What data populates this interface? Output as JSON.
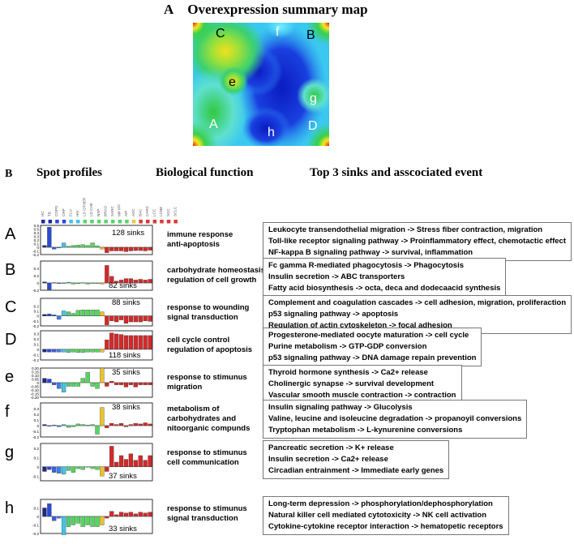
{
  "panel_a": {
    "letter": "A",
    "title": "Overexpression summary map",
    "spot_labels": [
      "C",
      "f",
      "B",
      "e",
      "g",
      "A",
      "h",
      "D"
    ]
  },
  "panel_b": {
    "letter": "B",
    "col_spot": "Spot profiles",
    "col_bio": "Biological function",
    "col_sinks": "Top 3 sinks and asscociated  event",
    "sample_labels": [
      "HC",
      "TB",
      "COPD",
      "CRP",
      "FLU",
      "HIV",
      "LD OTHER",
      "LD CHK",
      "NSP",
      "BRAD",
      "SARC",
      "MP IPF",
      "AIP",
      "ADC",
      "BAC",
      "CARC",
      "LCC",
      "LCNE",
      "SCC",
      "SCLC"
    ],
    "legend_colors": [
      "#1c2a9c",
      "#1c2a9c",
      "#2e48d8",
      "#2e48d8",
      "#46c1e8",
      "#46c1e8",
      "#5ad36e",
      "#5ad36e",
      "#5ad36e",
      "#5ad36e",
      "#5ad36e",
      "#5ad36e",
      "#5ad36e",
      "#e8c840",
      "#d93a36",
      "#d93a36",
      "#d93a36",
      "#d93a36",
      "#d93a36",
      "#d93a36"
    ]
  },
  "rows": [
    {
      "letter": "A",
      "sinks": "128 sinks",
      "bio": [
        "immune response",
        "anti-apoptosis"
      ],
      "events": [
        "Leukocyte transendothelial migration -> Stress fiber contraction, migration",
        "Toll-like receptor signaling pathway -> Proinflammatory effect, chemotactic effect",
        "NF-kappa B signaling pathway  -> survival, inflammation"
      ]
    },
    {
      "letter": "B",
      "sinks": "82 sinks",
      "bio": [
        "carbohydrate homeostasis",
        "regulation of cell growth"
      ],
      "events": [
        "Fc gamma R-mediated phagocytosis  -> Phagocytosis",
        "Insulin secretion ->  ABC transporters",
        "Fatty acid biosynthesis -> octa, deca and dodecaacid synthesis"
      ]
    },
    {
      "letter": "C",
      "sinks": "88 sinks",
      "bio": [
        "response to wounding",
        "signal transduction"
      ],
      "events": [
        "Complement and coagulation cascades -> cell adhesion, migration, proliferaction",
        "p53 signaling pathway ->  apoptosis",
        "Regulation of actin cytoskeleton ->  focal adhesion"
      ]
    },
    {
      "letter": "D",
      "sinks": "118 sinks",
      "bio": [
        "cell cycle control",
        "regulation of apoptosis"
      ],
      "events": [
        "Progesterone-mediated oocyte maturation -> cell cycle",
        "Purine metabolism -> GTP-GDP conversion",
        "p53 signaling pathway ->  DNA damage repain prevention"
      ]
    },
    {
      "letter": "e",
      "sinks": "35 sinks",
      "bio": [
        "response to stimunus",
        "migration"
      ],
      "events": [
        "Thyroid hormone synthesis -> Ca2+ release",
        "Cholinergic synapse -> survival development",
        "Vascular smooth muscle contraction ->  contraction"
      ]
    },
    {
      "letter": "f",
      "sinks": "38 sinks",
      "bio": [
        "metabolism of",
        "carbohydrates and",
        "nitoorganic compunds"
      ],
      "events": [
        "Insulin signaling pathway -> Glucolysis",
        "Valine, leucine and isoleucine degradation -> propanoyil conversions",
        "Tryptophan metabolism -> L-kynurenine conversions"
      ]
    },
    {
      "letter": "g",
      "sinks": "37 sinks",
      "bio": [
        "response to stimunus",
        "cell communication"
      ],
      "events": [
        "Pancreatic secretion -> K+ release",
        "Insulin secretion ->  Ca2+ release",
        "Circadian entrainment -> Immediate early genes"
      ]
    },
    {
      "letter": "h",
      "sinks": "33 sinks",
      "bio": [
        "response to stimunus",
        "signal transduction"
      ],
      "events": [
        "Long-term depression -> phosphorylation/dephosphorylation",
        "Natural killer cell mediated cytotoxicity -> NK cell activation",
        "Cytokine-cytokine receptor interaction -> hematopetic receptors"
      ]
    }
  ],
  "chart_data": [
    {
      "type": "bar",
      "title": "",
      "ylim": [
        -0.2,
        0.6
      ],
      "yticks": [
        "0.6",
        "0.5",
        "0.4",
        "0.3",
        "0.2",
        "0.1",
        "0",
        "-0.1",
        "-0.2"
      ],
      "values": [
        0.05,
        0.55,
        -0.05,
        -0.02,
        0.12,
        0.03,
        0.05,
        0.06,
        0.07,
        0.05,
        0.12,
        0.04,
        -0.05,
        -0.15,
        -0.1,
        -0.1,
        -0.1,
        -0.12,
        -0.1,
        -0.09,
        -0.09,
        -0.1,
        -0.08
      ]
    },
    {
      "type": "bar",
      "title": "",
      "ylim": [
        -0.2,
        0.6
      ],
      "yticks": [
        "0.4",
        "0.2",
        "0",
        "-0.2"
      ],
      "values": [
        0.03,
        -0.18,
        0.01,
        -0.02,
        -0.01,
        0.02,
        -0.03,
        -0.02,
        0.01,
        -0.03,
        -0.01,
        0.0,
        -0.03,
        0.48,
        0.18,
        0.05,
        0.08,
        0.12,
        0.12,
        0.08,
        0.1,
        0.08,
        0.1
      ]
    },
    {
      "type": "bar",
      "title": "",
      "ylim": [
        -0.2,
        0.35
      ],
      "yticks": [
        "0.2",
        "0.1",
        "0",
        "-0.1",
        "-0.2"
      ],
      "values": [
        0.03,
        0.04,
        0.02,
        -0.07,
        0.1,
        0.08,
        0.05,
        0.11,
        0.12,
        0.12,
        0.12,
        0.12,
        0.08,
        -0.18,
        -0.1,
        -0.12,
        -0.08,
        -0.15,
        -0.12,
        -0.12,
        -0.12,
        -0.1,
        -0.11
      ]
    },
    {
      "type": "bar",
      "title": "",
      "ylim": [
        -0.2,
        0.35
      ],
      "yticks": [
        "0.3",
        "0.2",
        "0.1",
        "0",
        "-0.1",
        "-0.2"
      ],
      "values": [
        -0.05,
        -0.05,
        -0.05,
        -0.05,
        -0.05,
        -0.06,
        -0.05,
        -0.06,
        -0.06,
        -0.05,
        -0.05,
        -0.05,
        -0.05,
        0.18,
        0.31,
        0.29,
        0.28,
        0.26,
        0.26,
        0.26,
        0.26,
        0.26,
        0.26
      ]
    },
    {
      "type": "bar",
      "title": "",
      "ylim": [
        -0.2,
        0.2
      ],
      "yticks": [
        "0.20",
        "0.15",
        "0.10",
        "0.05",
        "0",
        "-0.05",
        "-0.10",
        "-0.15",
        "-0.20"
      ],
      "values": [
        0.06,
        0.05,
        -0.03,
        -0.08,
        -0.13,
        -0.05,
        -0.05,
        -0.05,
        0.06,
        0.14,
        -0.05,
        -0.08,
        0.2,
        -0.05,
        0.02,
        -0.03,
        -0.03,
        -0.06,
        -0.03,
        -0.06,
        -0.03,
        -0.03,
        -0.03
      ]
    },
    {
      "type": "bar",
      "title": "",
      "ylim": [
        -0.2,
        0.4
      ],
      "yticks": [
        "0.3",
        "0.2",
        "0.1",
        "0",
        "-0.1",
        "-0.2"
      ],
      "values": [
        0.02,
        -0.01,
        0.01,
        -0.02,
        0.02,
        -0.03,
        -0.02,
        0.03,
        0.02,
        0.01,
        0.02,
        -0.15,
        0.32,
        -0.04,
        0.04,
        0.02,
        0.04,
        -0.02,
        0.02,
        0.04,
        0.03,
        0.05,
        0.03
      ]
    },
    {
      "type": "bar",
      "title": "",
      "ylim": [
        -0.15,
        0.25
      ],
      "yticks": [
        "0.2",
        "0.1",
        "0",
        "-0.1"
      ],
      "values": [
        -0.05,
        -0.03,
        -0.06,
        -0.07,
        -0.08,
        -0.04,
        -0.06,
        -0.02,
        -0.03,
        0.0,
        -0.02,
        -0.03,
        -0.1,
        -0.05,
        0.22,
        0.05,
        0.12,
        0.08,
        0.14,
        0.07,
        0.12,
        0.07,
        0.12
      ]
    },
    {
      "type": "bar",
      "title": "",
      "ylim": [
        -0.2,
        0.2
      ],
      "yticks": [
        "0.1",
        "0",
        "-0.1",
        "-0.2"
      ],
      "values": [
        0.1,
        0.15,
        -0.05,
        -0.02,
        -0.22,
        -0.12,
        -0.1,
        -0.08,
        -0.12,
        -0.1,
        -0.12,
        -0.12,
        -0.1,
        -0.02,
        0.06,
        0.02,
        0.05,
        0.04,
        0.05,
        0.03,
        0.05,
        0.04,
        0.05
      ]
    }
  ],
  "bar_colors": [
    "#1a2a8c",
    "#2b4ad4",
    "#3a5de0",
    "#3d7fe8",
    "#48c3e5",
    "#4bd07a",
    "#55d65e",
    "#55d65e",
    "#55d65e",
    "#55d65e",
    "#55d65e",
    "#55d65e",
    "#e8c42e",
    "#d22a2a",
    "#d22a2a",
    "#d22a2a",
    "#d22a2a",
    "#d22a2a",
    "#d22a2a",
    "#d22a2a",
    "#d22a2a",
    "#d22a2a",
    "#d22a2a"
  ]
}
